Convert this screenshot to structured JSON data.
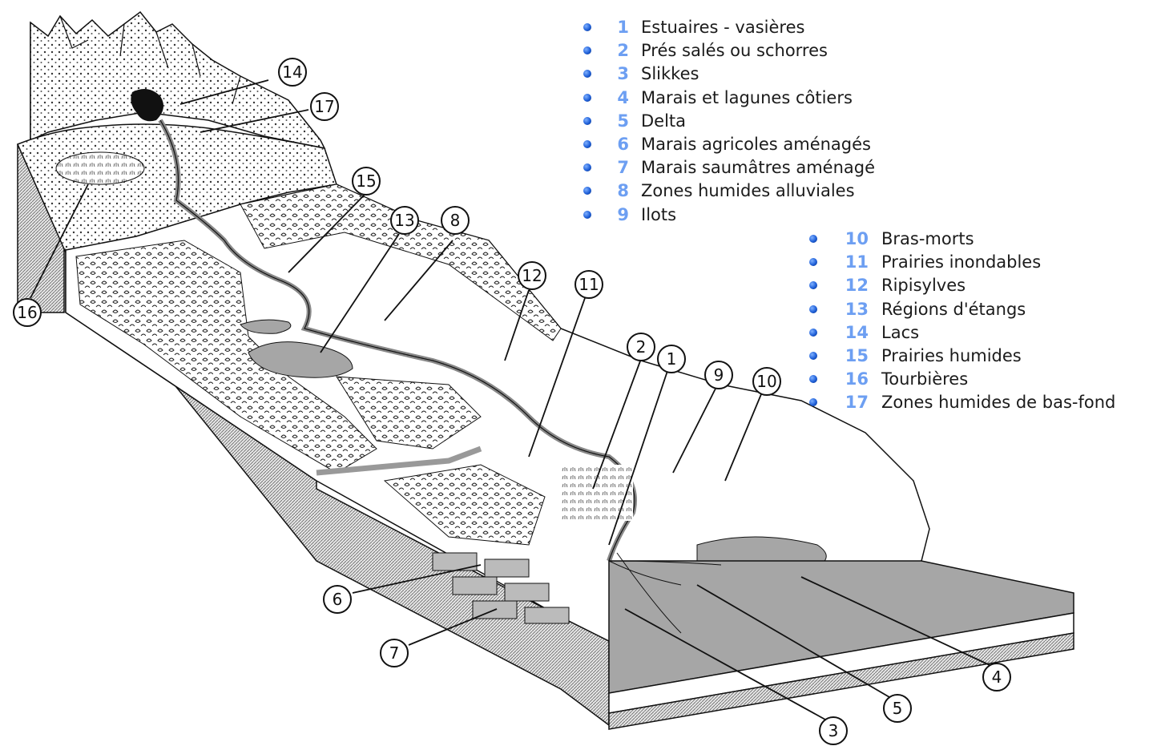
{
  "legend": [
    {
      "num": "1",
      "label": "Estuaires - vasières"
    },
    {
      "num": "2",
      "label": "Prés salés ou schorres"
    },
    {
      "num": "3",
      "label": "Slikkes"
    },
    {
      "num": "4",
      "label": "Marais et lagunes côtiers"
    },
    {
      "num": "5",
      "label": "Delta"
    },
    {
      "num": "6",
      "label": "Marais agricoles aménagés"
    },
    {
      "num": "7",
      "label": "Marais saumâtres aménagé"
    },
    {
      "num": "8",
      "label": "Zones humides alluviales"
    },
    {
      "num": "9",
      "label": "Ilots"
    },
    {
      "num": "10",
      "label": "Bras-morts"
    },
    {
      "num": "11",
      "label": "Prairies inondables"
    },
    {
      "num": "12",
      "label": "Ripisylves"
    },
    {
      "num": "13",
      "label": "Régions d'étangs"
    },
    {
      "num": "14",
      "label": "Lacs"
    },
    {
      "num": "15",
      "label": "Prairies humides"
    },
    {
      "num": "16",
      "label": "Tourbières"
    },
    {
      "num": "17",
      "label": "Zones humides de bas-fond"
    }
  ],
  "callouts": [
    "1",
    "2",
    "3",
    "4",
    "5",
    "6",
    "7",
    "8",
    "9",
    "10",
    "11",
    "12",
    "13",
    "14",
    "15",
    "16",
    "17"
  ],
  "colors": {
    "number": "#6d9ff2",
    "bullet": "#1e5fd8",
    "water": "#a6a6a6",
    "ink": "#111111"
  }
}
